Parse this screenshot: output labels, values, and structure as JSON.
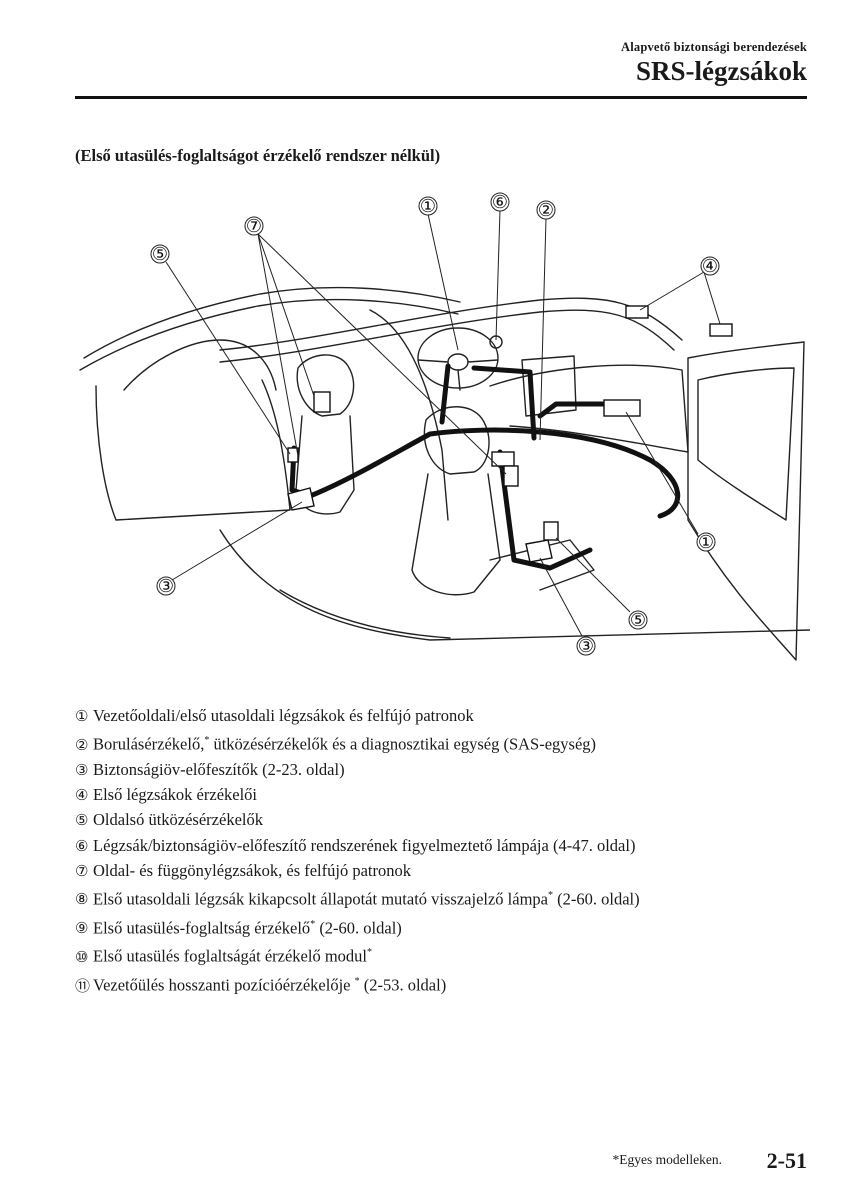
{
  "header": {
    "section": "Alapvető biztonsági berendezések",
    "title": "SRS-légzsákok"
  },
  "subheading": "(Első utasülés-foglaltságot érzékelő rendszer nélkül)",
  "diagram": {
    "callouts": [
      "①",
      "②",
      "③",
      "④",
      "⑤",
      "⑥",
      "⑦"
    ]
  },
  "legend": [
    {
      "num": "①",
      "text": "Vezetőoldali/első utasoldali légzsákok és felfújó patronok",
      "star": "",
      "tail": ""
    },
    {
      "num": "②",
      "text": "Borulásérzékelő,",
      "star": "*",
      "tail": " ütközésérzékelők és a diagnosztikai egység (SAS-egység)"
    },
    {
      "num": "③",
      "text": "Biztonságiöv-előfeszítők (2-23. oldal)",
      "star": "",
      "tail": ""
    },
    {
      "num": "④",
      "text": "Első légzsákok érzékelői",
      "star": "",
      "tail": ""
    },
    {
      "num": "⑤",
      "text": "Oldalsó ütközésérzékelők",
      "star": "",
      "tail": ""
    },
    {
      "num": "⑥",
      "text": "Légzsák/biztonságiöv-előfeszítő rendszerének figyelmeztető lámpája (4-47. oldal)",
      "star": "",
      "tail": ""
    },
    {
      "num": "⑦",
      "text": "Oldal- és függönylégzsákok, és felfújó patronok",
      "star": "",
      "tail": ""
    },
    {
      "num": "⑧",
      "text": "Első utasoldali légzsák kikapcsolt állapotát mutató visszajelző lámpa",
      "star": "*",
      "tail": " (2-60. oldal)"
    },
    {
      "num": "⑨",
      "text": "Első utasülés-foglaltság érzékelő",
      "star": "*",
      "tail": " (2-60. oldal)"
    },
    {
      "num": "⑩",
      "text": "Első utasülés foglaltságát érzékelő modul",
      "star": "*",
      "tail": ""
    },
    {
      "num": "⑪",
      "text": "Vezetőülés hosszanti pozícióérzékelője ",
      "star": "*",
      "tail": " (2-53. oldal)"
    }
  ],
  "footer": {
    "footnote": "*Egyes modelleken.",
    "page_number": "2-51"
  }
}
